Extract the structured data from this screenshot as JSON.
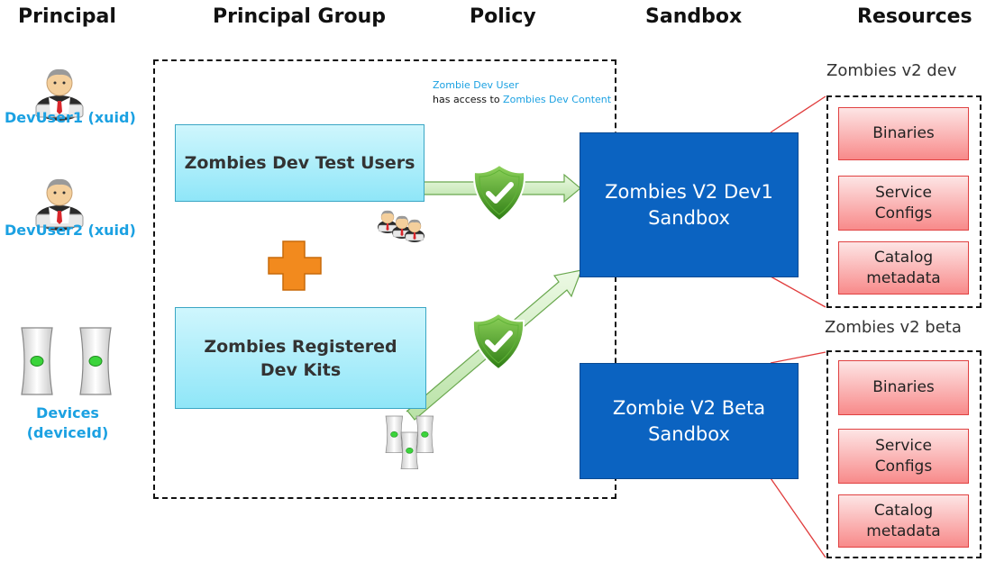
{
  "headers": {
    "principal": "Principal",
    "principal_group": "Principal Group",
    "policy": "Policy",
    "sandbox": "Sandbox",
    "resources": "Resources"
  },
  "principals": {
    "user1": "DevUser1 (xuid)",
    "user2": "DevUser2 (xuid)",
    "devices_line1": "Devices",
    "devices_line2": "(deviceId)"
  },
  "groups": {
    "test_users": "Zombies Dev Test Users",
    "dev_kits": "Zombies Registered Dev Kits"
  },
  "policy_note": {
    "line1": "Zombie Dev User",
    "line2_prefix": "has access to ",
    "line2_link": "Zombies Dev Content"
  },
  "sandboxes": {
    "dev1": "Zombies V2 Dev1 Sandbox",
    "beta": "Zombie V2 Beta Sandbox"
  },
  "environments": {
    "dev": {
      "title": "Zombies v2 dev",
      "resources": [
        "Binaries",
        "Service Configs",
        "Catalog metadata"
      ]
    },
    "beta": {
      "title": "Zombies v2 beta",
      "resources": [
        "Binaries",
        "Service Configs",
        "Catalog metadata"
      ]
    }
  },
  "icons": {
    "user": "user-avatar-icon",
    "users_group": "user-group-icon",
    "device": "device-console-icon",
    "plus": "plus-icon",
    "shield_check": "shield-check-icon"
  },
  "colors": {
    "label_blue": "#1ba1e2",
    "sandbox_blue": "#0b63c1",
    "resource_red": "#e04141",
    "plus_orange": "#f28a1e",
    "shield_green": "#3d9a1f",
    "arrow_green": "#d6f0c8"
  }
}
